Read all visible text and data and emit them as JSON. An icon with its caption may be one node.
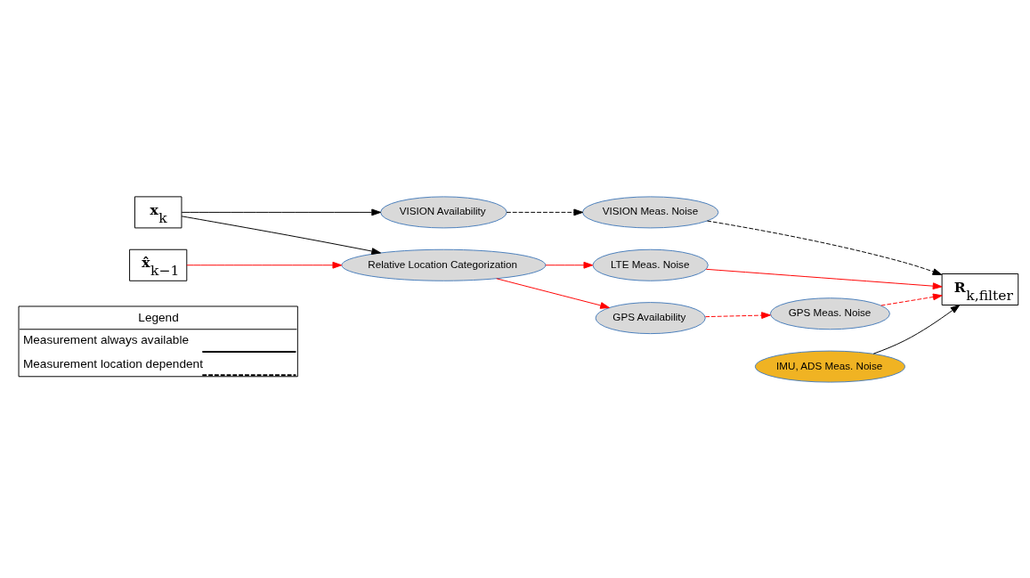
{
  "diagram": {
    "nodes": [
      {
        "text": [
          "**x**$_{k}$"
        ]
      },
      {
        "text": [
          "VISION Availability"
        ]
      },
      {
        "text": [
          "VISION Meas. Noise"
        ]
      },
      {
        "text": [
          "Relative Location Categorization"
        ]
      },
      {
        "text": [
          "LTE Meas. Noise"
        ]
      },
      {
        "text": [
          "GPS Availability"
        ]
      },
      {
        "text": [
          "GPS Meas. Noise"
        ]
      },
      {
        "text": [
          "**x̂**$_{k−1}$"
        ]
      },
      {
        "text": [
          "**R**$_{k,filter}$"
        ]
      },
      {
        "text": [
          "IMU, ADS Meas. Noise"
        ]
      }
    ],
    "edges": [
      {
        "from": 0,
        "to": 1,
        "arrow": "to",
        "color": "#000000"
      },
      {
        "from": 0,
        "to": 3,
        "arrow": "to",
        "color": "#000000"
      },
      {
        "from": 1,
        "to": 2,
        "arrow": "to",
        "style": "dashed",
        "color": "#000000"
      },
      {
        "from": 2,
        "to": 8,
        "arrow": "to",
        "style": "dashed",
        "color": "#000000"
      },
      {
        "from": 3,
        "to": 4,
        "arrow": "to",
        "color": "#ff0000"
      },
      {
        "from": 3,
        "to": 5,
        "arrow": "to",
        "color": "#ff0000"
      },
      {
        "from": 7,
        "to": 3,
        "arrow": "to",
        "color": "#ff0000"
      },
      {
        "from": 4,
        "to": 8,
        "arrow": "to",
        "color": "#ff0000"
      },
      {
        "from": 5,
        "to": 6,
        "arrow": "to",
        "style": "dashed",
        "color": "#ff0000"
      },
      {
        "from": 6,
        "to": 8,
        "arrow": "to",
        "style": "dashed",
        "color": "#ff0000"
      },
      {
        "from": 9,
        "to": 8,
        "arrow": "to",
        "color": "#000000"
      }
    ],
    "labels": [
      "Legend"
    ],
    "legend": [
      {
        "text": "Measurement always available"
      },
      {
        "text": "Measurement location dependent"
      }
    ]
  }
}
